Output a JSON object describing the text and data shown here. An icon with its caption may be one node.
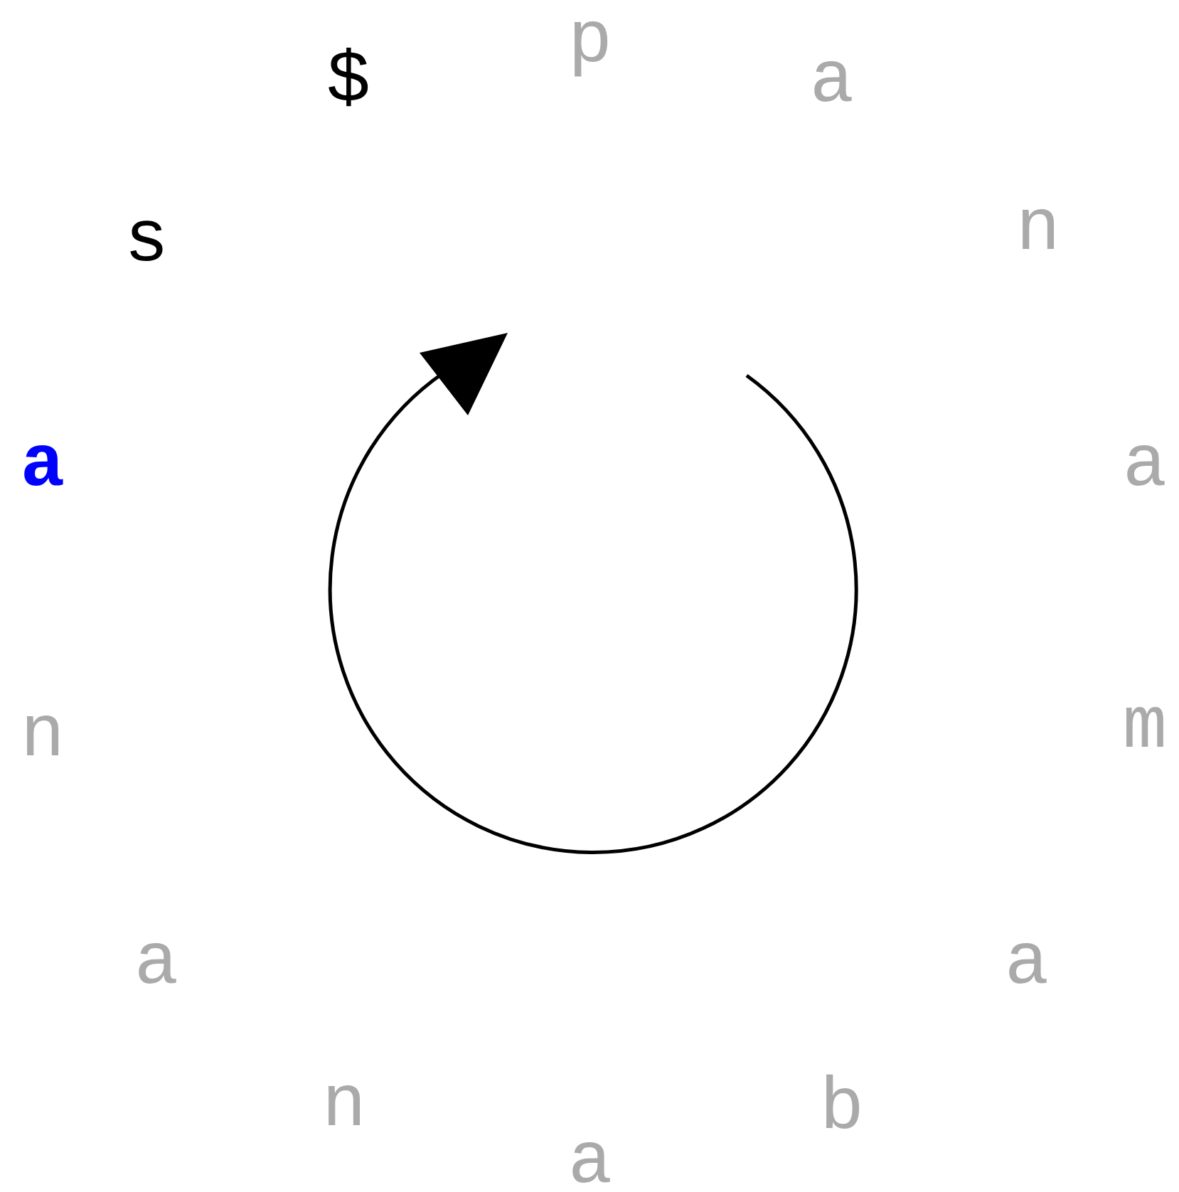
{
  "diagram": {
    "labels": [
      "p",
      "a",
      "n",
      "a",
      "m",
      "a",
      "b",
      "a",
      "n",
      "a",
      "n",
      "a",
      "s",
      "$"
    ]
  }
}
